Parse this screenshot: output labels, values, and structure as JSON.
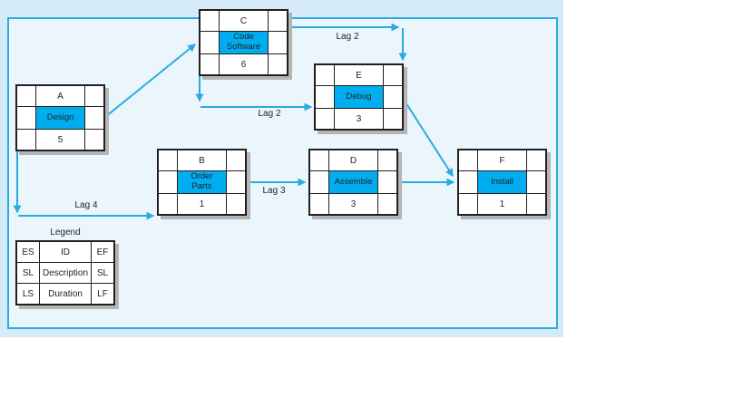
{
  "nodes": [
    {
      "id": "A",
      "description": "Design",
      "duration": "5"
    },
    {
      "id": "B",
      "description": "Order\nParts",
      "duration": "1"
    },
    {
      "id": "C",
      "description": "Code\nSoftware",
      "duration": "6"
    },
    {
      "id": "D",
      "description": "Assemble",
      "duration": "3"
    },
    {
      "id": "E",
      "description": "Debug",
      "duration": "3"
    },
    {
      "id": "F",
      "description": "Install",
      "duration": "1"
    }
  ],
  "lag_labels": {
    "c_to_e_upper": "Lag 2",
    "c_to_e_lower": "Lag 2",
    "b_to_d": "Lag 3",
    "a_to_b": "Lag 4"
  },
  "legend": {
    "title": "Legend",
    "cells": [
      [
        "ES",
        "ID",
        "EF"
      ],
      [
        "SL",
        "Description",
        "SL"
      ],
      [
        "LS",
        "Duration",
        "LF"
      ]
    ]
  },
  "colors": {
    "arrow": "#29abe2",
    "node_highlight": "#00aeef",
    "node_border": "#231f20",
    "panel_bg": "#d6ebf8",
    "frame_bg": "#eaf5fc",
    "frame_border": "#29abe2",
    "text": "#231f20"
  }
}
